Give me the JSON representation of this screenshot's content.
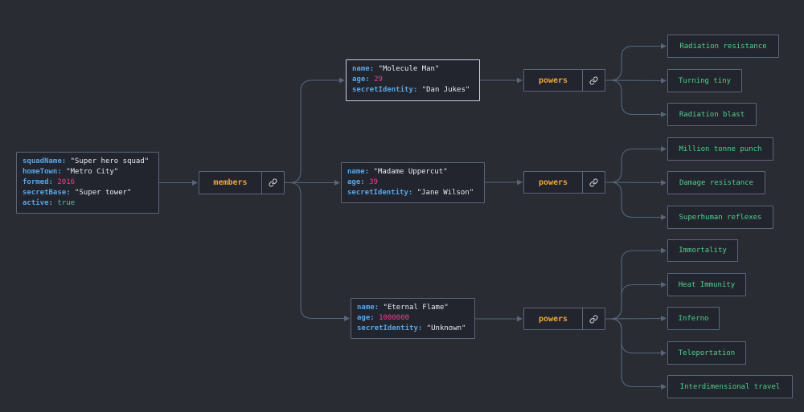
{
  "root": {
    "fields": [
      {
        "key": "squadName",
        "value": "\"Super hero squad\"",
        "type": "string"
      },
      {
        "key": "homeTown",
        "value": "\"Metro City\"",
        "type": "string"
      },
      {
        "key": "formed",
        "value": "2016",
        "type": "number"
      },
      {
        "key": "secretBase",
        "value": "\"Super tower\"",
        "type": "string"
      },
      {
        "key": "active",
        "value": "true",
        "type": "boolean"
      }
    ]
  },
  "members": {
    "label": "members",
    "items": [
      {
        "fields": [
          {
            "key": "name",
            "value": "\"Molecule Man\"",
            "type": "string"
          },
          {
            "key": "age",
            "value": "29",
            "type": "number"
          },
          {
            "key": "secretIdentity",
            "value": "\"Dan Jukes\"",
            "type": "string"
          }
        ],
        "powers_label": "powers",
        "powers": [
          "Radiation resistance",
          "Turning tiny",
          "Radiation blast"
        ]
      },
      {
        "fields": [
          {
            "key": "name",
            "value": "\"Madame Uppercut\"",
            "type": "string"
          },
          {
            "key": "age",
            "value": "39",
            "type": "number"
          },
          {
            "key": "secretIdentity",
            "value": "\"Jane Wilson\"",
            "type": "string"
          }
        ],
        "powers_label": "powers",
        "powers": [
          "Million tonne punch",
          "Damage resistance",
          "Superhuman reflexes"
        ]
      },
      {
        "fields": [
          {
            "key": "name",
            "value": "\"Eternal Flame\"",
            "type": "string"
          },
          {
            "key": "age",
            "value": "1000000",
            "type": "number"
          },
          {
            "key": "secretIdentity",
            "value": "\"Unknown\"",
            "type": "string"
          }
        ],
        "powers_label": "powers",
        "powers": [
          "Immortality",
          "Heat Immunity",
          "Inferno",
          "Teleportation",
          "Interdimensional travel"
        ]
      }
    ]
  },
  "colors": {
    "background": "#2a2c33",
    "node_bg": "#22252e",
    "border": "#5b6577",
    "key": "#59a5e6",
    "string": "#e8e9ee",
    "number": "#ef3f8f",
    "boolean": "#41c59a",
    "array_label": "#f0a53a",
    "leaf_text": "#50cf8d",
    "edge": "#56657a"
  },
  "icons": {
    "array_link": "link-icon"
  }
}
